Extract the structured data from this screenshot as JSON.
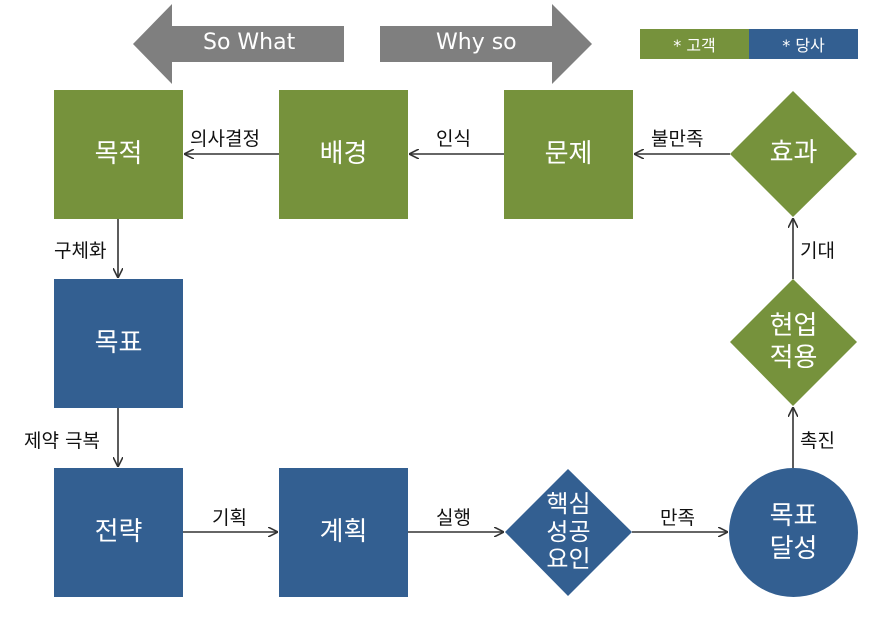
{
  "colors": {
    "green": "#76923c",
    "blue": "#335f91",
    "arrow_grey": "#7f7f7f",
    "edge": "#333333"
  },
  "header": {
    "left_arrow_label": "So What",
    "right_arrow_label": "Why so"
  },
  "legend": {
    "customer": "* 고객",
    "company": "* 당사"
  },
  "nodes": {
    "goal": "목적",
    "background": "배경",
    "problem": "문제",
    "effect": "효과",
    "target": "목표",
    "strategy": "전략",
    "plan": "계획",
    "ksf": "핵심\n성공\n요인",
    "apply": "현업\n적용",
    "achieve": "목표\n달성"
  },
  "edges": {
    "decision": "의사결정",
    "recognition": "인식",
    "dissatisfaction": "불만족",
    "concretize": "구체화",
    "overcome": "제약 극복",
    "planning": "기획",
    "execution": "실행",
    "satisfaction": "만족",
    "promotion": "촉진",
    "expectation": "기대"
  }
}
